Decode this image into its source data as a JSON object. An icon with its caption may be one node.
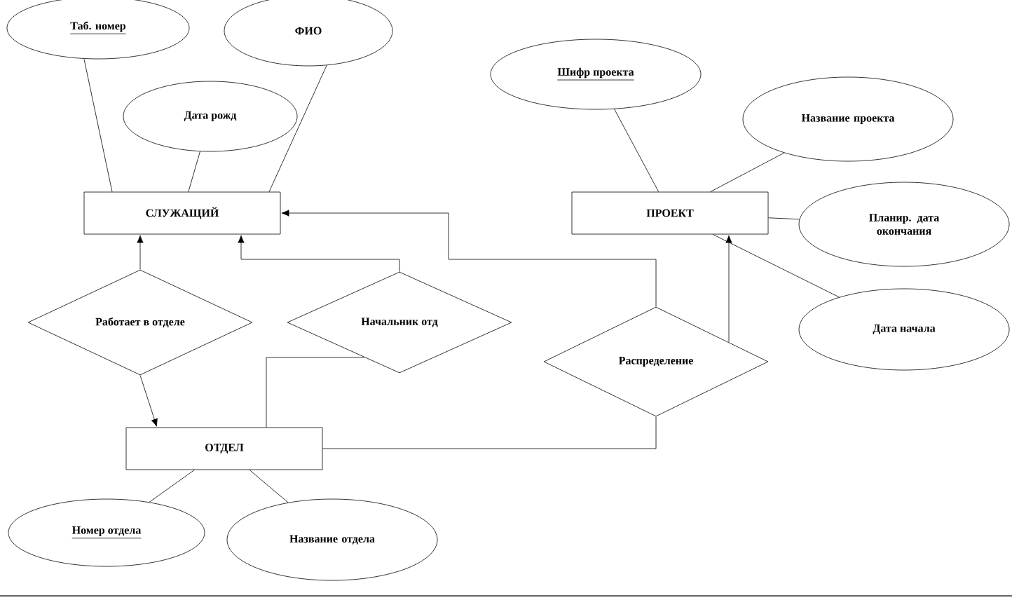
{
  "diagram": {
    "nodes": [
      {
        "text": [
          "Таб. номер"
        ]
      },
      {
        "text": [
          "ФИО"
        ]
      },
      {
        "text": [
          "Шифр проекта"
        ]
      },
      {
        "text": [
          "Дата рожд"
        ]
      },
      {
        "text": [
          "Название проекта"
        ]
      },
      {
        "text": [
          "СЛУЖАЩИЙ"
        ]
      },
      {
        "text": [
          "ПРОЕКТ"
        ]
      },
      {
        "text": [
          "Планир. дата окончания"
        ]
      },
      {
        "text": [
          "Работает в отделе"
        ]
      },
      {
        "text": [
          "Начальник отд"
        ]
      },
      {
        "text": [
          "Дата начала"
        ]
      },
      {
        "text": [
          "Распределение"
        ]
      },
      {
        "text": [
          "ОТДЕЛ"
        ]
      },
      {
        "text": [
          "Номер отдела"
        ]
      },
      {
        "text": [
          "Название отдела"
        ]
      }
    ],
    "edges": [
      {
        "from": 0,
        "to": 5,
        "arrow": "none"
      },
      {
        "from": 1,
        "to": 5,
        "arrow": "none"
      },
      {
        "from": 3,
        "to": 5,
        "arrow": "none"
      },
      {
        "from": 2,
        "to": 6,
        "arrow": "none"
      },
      {
        "from": 4,
        "to": 6,
        "arrow": "none"
      },
      {
        "from": 7,
        "to": 6,
        "arrow": "none"
      },
      {
        "from": 10,
        "to": 6,
        "arrow": "none"
      },
      {
        "from": 8,
        "to": 5,
        "arrow": "to"
      },
      {
        "from": 8,
        "to": 12,
        "arrow": "to"
      },
      {
        "from": 9,
        "to": 5,
        "arrow": "to"
      },
      {
        "from": 12,
        "to": 9,
        "arrow": "none"
      },
      {
        "from": 11,
        "to": 5,
        "arrow": "to"
      },
      {
        "from": 11,
        "to": 6,
        "arrow": "to"
      },
      {
        "from": 12,
        "to": 11,
        "arrow": "none"
      },
      {
        "from": 12,
        "to": 13,
        "arrow": "none"
      },
      {
        "from": 12,
        "to": 14,
        "arrow": "none"
      }
    ]
  }
}
